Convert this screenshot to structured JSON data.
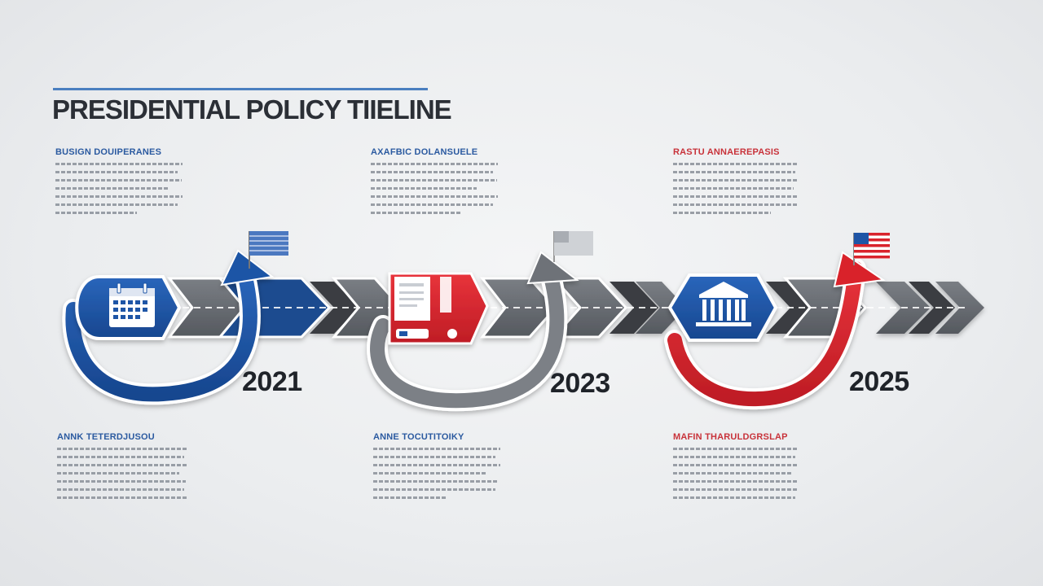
{
  "title": "PRESIDENTIAL POLICY TIIELINE",
  "colors": {
    "blue": "#1e55a6",
    "red": "#d9232c",
    "gray": "#666a70",
    "dark": "#3a3d42",
    "heading_blue": "#2b5aa0",
    "heading_red": "#c8323a"
  },
  "milestones": [
    {
      "year": "2021",
      "icon": "calendar-icon",
      "flag": "flag-icon-blue",
      "top_heading": "BUSIGN DOUIPERANES",
      "bottom_heading": "ANNK TETERDJUSOU"
    },
    {
      "year": "2023",
      "icon": "document-icon",
      "flag": "flag-icon-gray",
      "top_heading": "AXAFBIC DOLANSUELE",
      "bottom_heading": "ANNE TOCUTITOIKY"
    },
    {
      "year": "2025",
      "icon": "capitol-building-icon",
      "flag": "us-flag-icon",
      "top_heading": "RASTU ANNAEREPASIS",
      "bottom_heading": "MAFIN THARULDGRSLAP"
    }
  ]
}
